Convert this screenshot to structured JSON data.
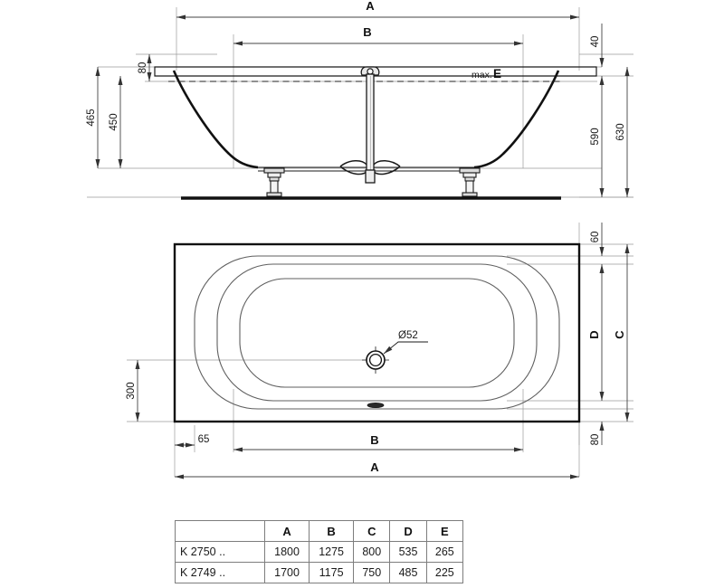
{
  "drawing": {
    "title": "Bathtub technical drawing",
    "views": {
      "elevation": {
        "name": "section-elevation-view",
        "labels": {
          "a": "A",
          "b": "B",
          "max_e_prefix": "max.",
          "max_e_letter": "E",
          "h_465": "465",
          "h_450": "450",
          "h_80": "80",
          "h_40": "40",
          "h_590": "590",
          "h_630": "630"
        }
      },
      "plan": {
        "name": "plan-top-view",
        "labels": {
          "a": "A",
          "b": "B",
          "c": "C",
          "d": "D",
          "v_60": "60",
          "v_80": "80",
          "v_300": "300",
          "h_65": "65",
          "drain": "Ø52"
        }
      }
    }
  },
  "table": {
    "columns": [
      "",
      "A",
      "B",
      "C",
      "D",
      "E"
    ],
    "rows": [
      {
        "model": "K 2750 ..",
        "a": "1800",
        "b": "1275",
        "c": "800",
        "d": "535",
        "e": "265"
      },
      {
        "model": "K 2749 ..",
        "a": "1700",
        "b": "1175",
        "c": "750",
        "d": "485",
        "e": "225"
      }
    ]
  },
  "colors": {
    "line": "#1a1a1a",
    "thin": "#6e6e6e",
    "dim": "#555555",
    "background": "#ffffff"
  }
}
